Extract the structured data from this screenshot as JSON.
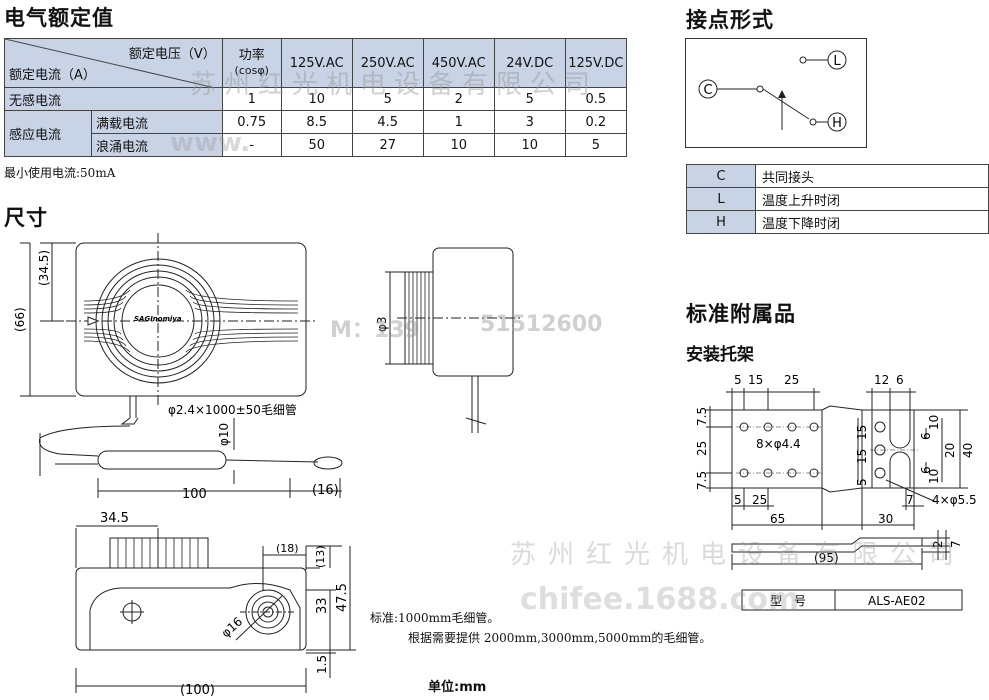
{
  "rating": {
    "title": "电气额定值",
    "header": {
      "voltage_label": "额定电压（V）",
      "current_label": "额定电流（A）",
      "power_factor": "功率",
      "cos_phi": "(cosφ)",
      "voltages": [
        "125V.AC",
        "250V.AC",
        "450V.AC",
        "24V.DC",
        "125V.DC"
      ]
    },
    "rows": {
      "noninductive": {
        "label": "无感电流",
        "pf": "1",
        "values": [
          "10",
          "5",
          "2",
          "5",
          "0.5"
        ]
      },
      "inductive_label": "感应电流",
      "full_load": {
        "label": "满载电流",
        "pf": "0.75",
        "values": [
          "8.5",
          "4.5",
          "1",
          "3",
          "0.2"
        ]
      },
      "surge": {
        "label": "浪涌电流",
        "pf": "-",
        "values": [
          "50",
          "27",
          "10",
          "10",
          "5"
        ]
      }
    },
    "min_current": "最小使用电流:50mA"
  },
  "contact": {
    "title": "接点形式",
    "terminals": [
      "C",
      "L",
      "H"
    ],
    "legend": [
      {
        "key": "C",
        "desc": "共同接头"
      },
      {
        "key": "L",
        "desc": "温度上升时闭"
      },
      {
        "key": "H",
        "desc": "温度下降时闭"
      }
    ]
  },
  "dimensions": {
    "title": "尺寸",
    "labels": {
      "d345": "(34.5)",
      "d66": "(66)",
      "capillary": "φ2.4×1000±50毛细管",
      "phi10": "φ10",
      "len100": "100",
      "len16": "(16)",
      "d345b": "34.5",
      "d18": "(18)",
      "d13": "(13)",
      "d33": "33",
      "d475": "47.5",
      "d15": "1.5",
      "d100": "(100)",
      "phi16": "φ16",
      "phi3": "φ3",
      "logo": "SAGInomiya"
    },
    "note1": "标准:1000mm毛细管。",
    "note2": "根据需要提供 2000mm,3000mm,5000mm的毛细管。",
    "unit": "单位:mm"
  },
  "accessory": {
    "title": "标准附属品",
    "subtitle": "安装托架",
    "labels": {
      "t5": "5",
      "t15": "15",
      "t25": "25",
      "t12": "12",
      "t6": "6",
      "l75a": "7.5",
      "l25": "25",
      "l75b": "7.5",
      "holes8": "8×φ4.4",
      "m15a": "15",
      "m15b": "15",
      "m5": "5",
      "r10a": "10",
      "r6a": "6",
      "r20": "20",
      "r40": "40",
      "r6b": "6",
      "r10b": "10",
      "b5": "5",
      "b25": "25",
      "b65": "65",
      "b30": "30",
      "b7": "7",
      "holes4": "4×φ5.5",
      "b95": "(95)",
      "s2": "2",
      "s7": "7"
    },
    "model_label": "型　号",
    "model": "ALS-AE02"
  },
  "watermarks": [
    "苏州红光机电设备有限公司",
    "www.",
    "M：139",
    "51512600",
    "苏州红光机电设备有限公司",
    "chifee.1688.com"
  ]
}
